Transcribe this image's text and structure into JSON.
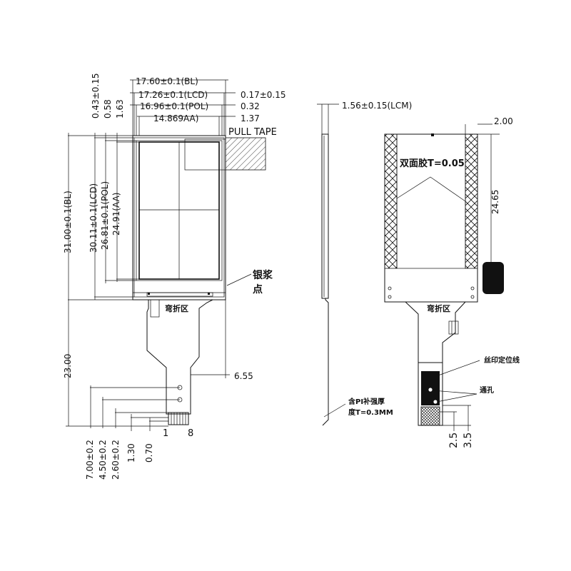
{
  "front": {
    "dim_bl_width": "17.60±0.1(BL)",
    "dim_lcd_width": "17.26±0.1(LCD)",
    "dim_pol_width": "16.96±0.1(POL)",
    "dim_aa_width": "14.869AA)",
    "dim_right_1": "0.17±0.15",
    "dim_right_2": "0.32",
    "dim_right_3": "1.37",
    "dim_top_1": "0.43±0.15",
    "dim_top_2": "0.58",
    "dim_top_3": "1.63",
    "dim_bl_height": "31.00±0.1(BL)",
    "dim_lcd_height": "30.11±0.1(LCD)",
    "dim_pol_height": "26.81±0.1(POL)",
    "dim_aa_height": "24.91(AA)",
    "pull_tape": "PULL TAPE",
    "silver_paste_1": "银浆",
    "silver_paste_2": "点",
    "fold_zone": "弯折区",
    "dim_fpc_length": "23.00",
    "dim_fpc_offset": "6.55",
    "pin_first": "1",
    "pin_last": "8",
    "dim_b1": "7.00±0.2",
    "dim_b2": "4.50±0.2",
    "dim_b3": "2.60±0.2",
    "dim_b4": "1.30",
    "dim_b5": "0.70"
  },
  "side": {
    "dim_thickness": "1.56±0.15(LCM)",
    "pi_note_1": "含PI补强厚",
    "pi_note_2": "度T=0.3MM"
  },
  "back": {
    "dim_tape_width": "2.00",
    "tape_label": "双面胶T=0.05",
    "dim_tape_height": "24.65",
    "fold_zone": "弯折区",
    "silkscreen_label": "丝印定位线",
    "hole_label": "通孔",
    "dim_c1": "2.5",
    "dim_c2": "3.5"
  }
}
